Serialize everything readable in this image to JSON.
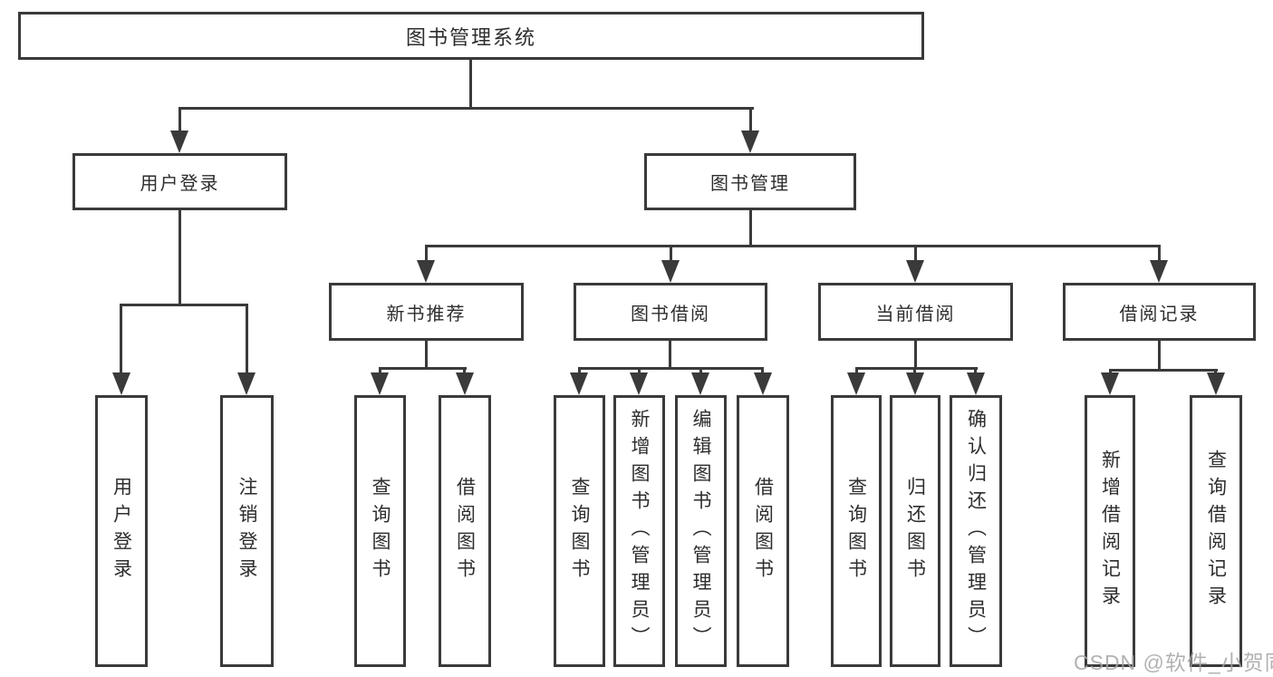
{
  "nodes": {
    "root": "图书管理系统",
    "userLogin": "用户登录",
    "bookMgmt": "图书管理",
    "newBooks": "新书推荐",
    "bookBorrow": "图书借阅",
    "currentBorrow": "当前借阅",
    "borrowRecords": "借阅记录",
    "leafUserLogin": "用户登录",
    "leafLogout": "注销登录",
    "leafQuery1": "查询图书",
    "leafBorrow1": "借阅图书",
    "leafQuery2": "查询图书",
    "leafAddAdmin": "新增图书（管理员）",
    "leafEditAdmin": "编辑图书（管理员）",
    "leafBorrow2": "借阅图书",
    "leafQuery3": "查询图书",
    "leafReturn": "归还图书",
    "leafConfirmAdmin": "确认归还（管理员）",
    "leafAddRecord": "新增借阅记录",
    "leafQueryRecord": "查询借阅记录"
  },
  "watermark": "CSDN @软件_小贺同学",
  "colors": {
    "line": "#3a3a3a",
    "text": "#2d2d2d",
    "watermark": "#a5a5a5",
    "background": "#ffffff"
  }
}
